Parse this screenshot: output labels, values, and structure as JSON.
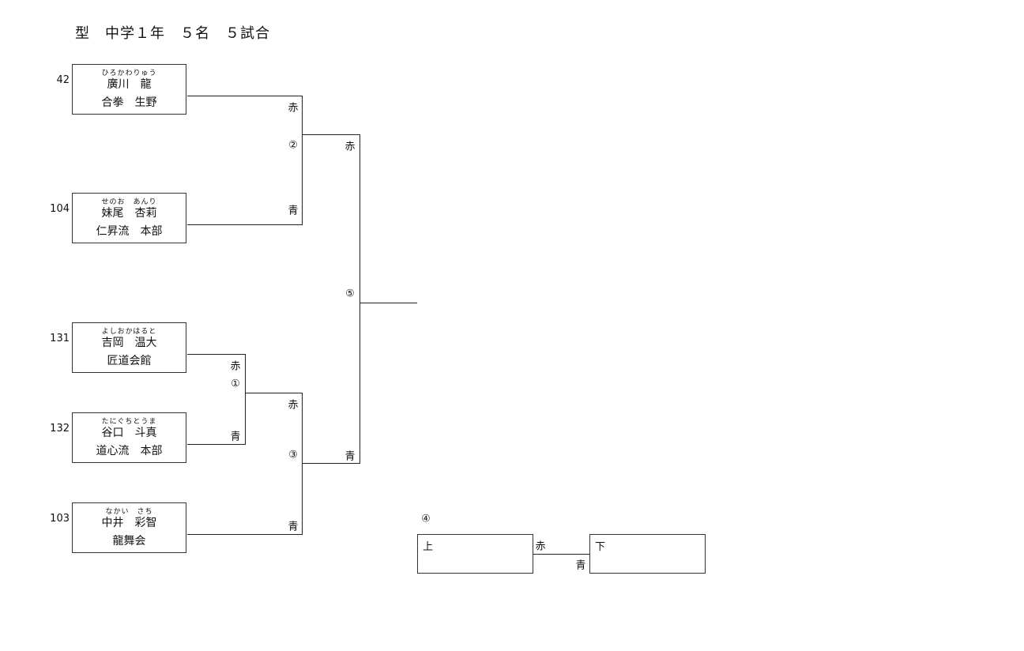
{
  "title": "型　中学１年　５名　５試合",
  "entries": [
    {
      "seed": "42",
      "furigana": "ひろかわりゅう",
      "name": "廣川　龍",
      "club": "合拳　生野"
    },
    {
      "seed": "104",
      "furigana": "せのお　あんり",
      "name": "妹尾　杏莉",
      "club": "仁昇流　本部"
    },
    {
      "seed": "131",
      "furigana": "よしおかはると",
      "name": "吉岡　温大",
      "club": "匠道会館"
    },
    {
      "seed": "132",
      "furigana": "たにぐちとうま",
      "name": "谷口　斗真",
      "club": "道心流　本部"
    },
    {
      "seed": "103",
      "furigana": "なかい　さち",
      "name": "中井　彩智",
      "club": "龍舞会"
    }
  ],
  "labels": {
    "red": "赤",
    "blue": "青"
  },
  "matches": {
    "m1": "①",
    "m2": "②",
    "m3": "③",
    "m4": "④",
    "m5": "⑤"
  },
  "placement": {
    "upper": "上",
    "lower": "下"
  }
}
